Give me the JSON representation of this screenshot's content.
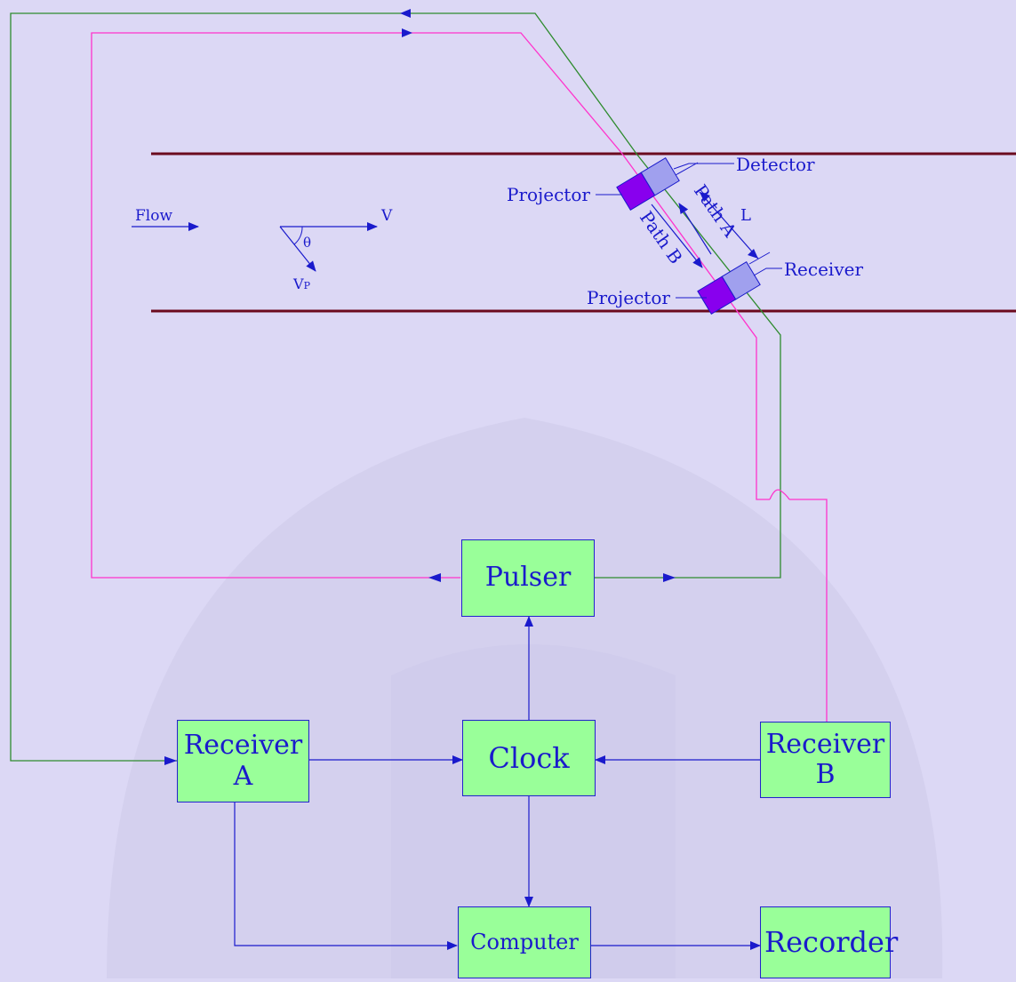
{
  "colors": {
    "background": "#dcd8f5",
    "pipe_wall": "#6b0a1e",
    "path_a_wire": "#2e8b2e",
    "path_b_wire": "#ff33cc",
    "signal_arrow": "#1a1acc",
    "block_fill": "#99ff99",
    "projector_fill": "#8800ee",
    "transducer_fill": "#a0a0ee"
  },
  "labels": {
    "flow": "Flow",
    "velocity": "V",
    "velocity_p": "V",
    "velocity_p_sub": "P",
    "theta": "θ",
    "detector": "Detector",
    "receiver": "Receiver",
    "projector_top": "Projector",
    "projector_bottom": "Projector",
    "path_a": "Path A",
    "path_b": "Path B",
    "length": "L"
  },
  "blocks": {
    "pulser": "Pulser",
    "clock": "Clock",
    "receiver_a_line1": "Receiver",
    "receiver_a_line2": "A",
    "receiver_b_line1": "Receiver",
    "receiver_b_line2": "B",
    "computer": "Computer",
    "recorder": "Recorder"
  }
}
